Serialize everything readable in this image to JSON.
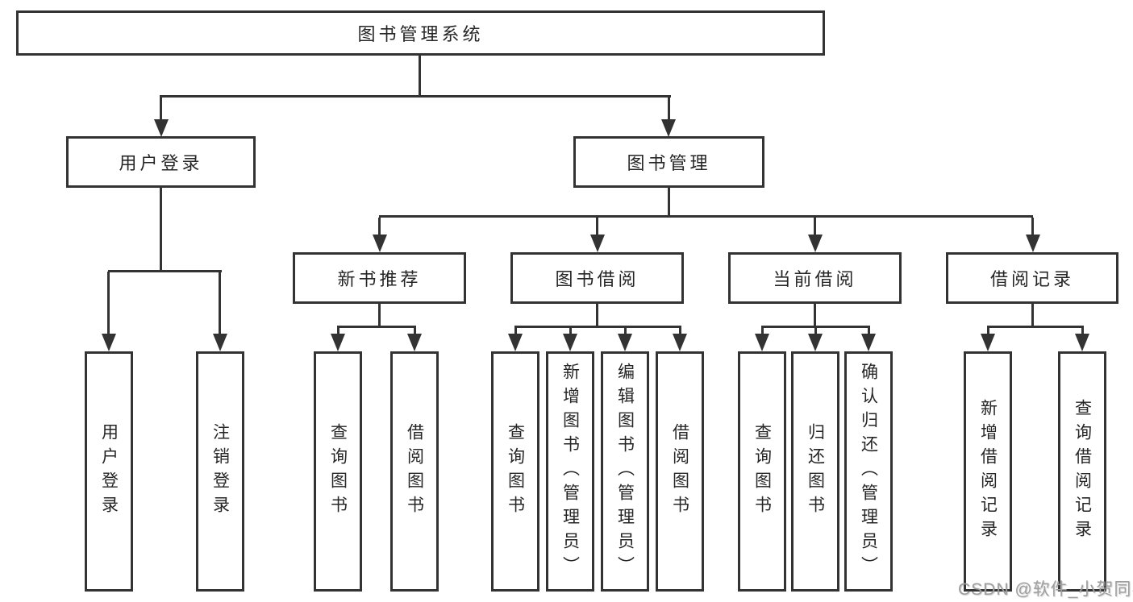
{
  "tree": {
    "root": {
      "label": "图书管理系统"
    },
    "branches": [
      {
        "label": "用户登录",
        "children": [
          {
            "label": "用户登录"
          },
          {
            "label": "注销登录"
          }
        ]
      },
      {
        "label": "图书管理",
        "children": [
          {
            "label": "新书推荐",
            "children": [
              {
                "label": "查询图书"
              },
              {
                "label": "借阅图书"
              }
            ]
          },
          {
            "label": "图书借阅",
            "children": [
              {
                "label": "查询图书"
              },
              {
                "label": "新增图书（管理员）"
              },
              {
                "label": "编辑图书（管理员）"
              },
              {
                "label": "借阅图书"
              }
            ]
          },
          {
            "label": "当前借阅",
            "children": [
              {
                "label": "查询图书"
              },
              {
                "label": "归还图书"
              },
              {
                "label": "确认归还（管理员）"
              }
            ]
          },
          {
            "label": "借阅记录",
            "children": [
              {
                "label": "新增借阅记录"
              },
              {
                "label": "查询借阅记录"
              }
            ]
          }
        ]
      }
    ]
  },
  "watermark": "CSDN @软件_小贺同学",
  "colors": {
    "line": "#333333",
    "text": "#262626",
    "watermark": "#9e9e9e",
    "background": "#ffffff"
  }
}
